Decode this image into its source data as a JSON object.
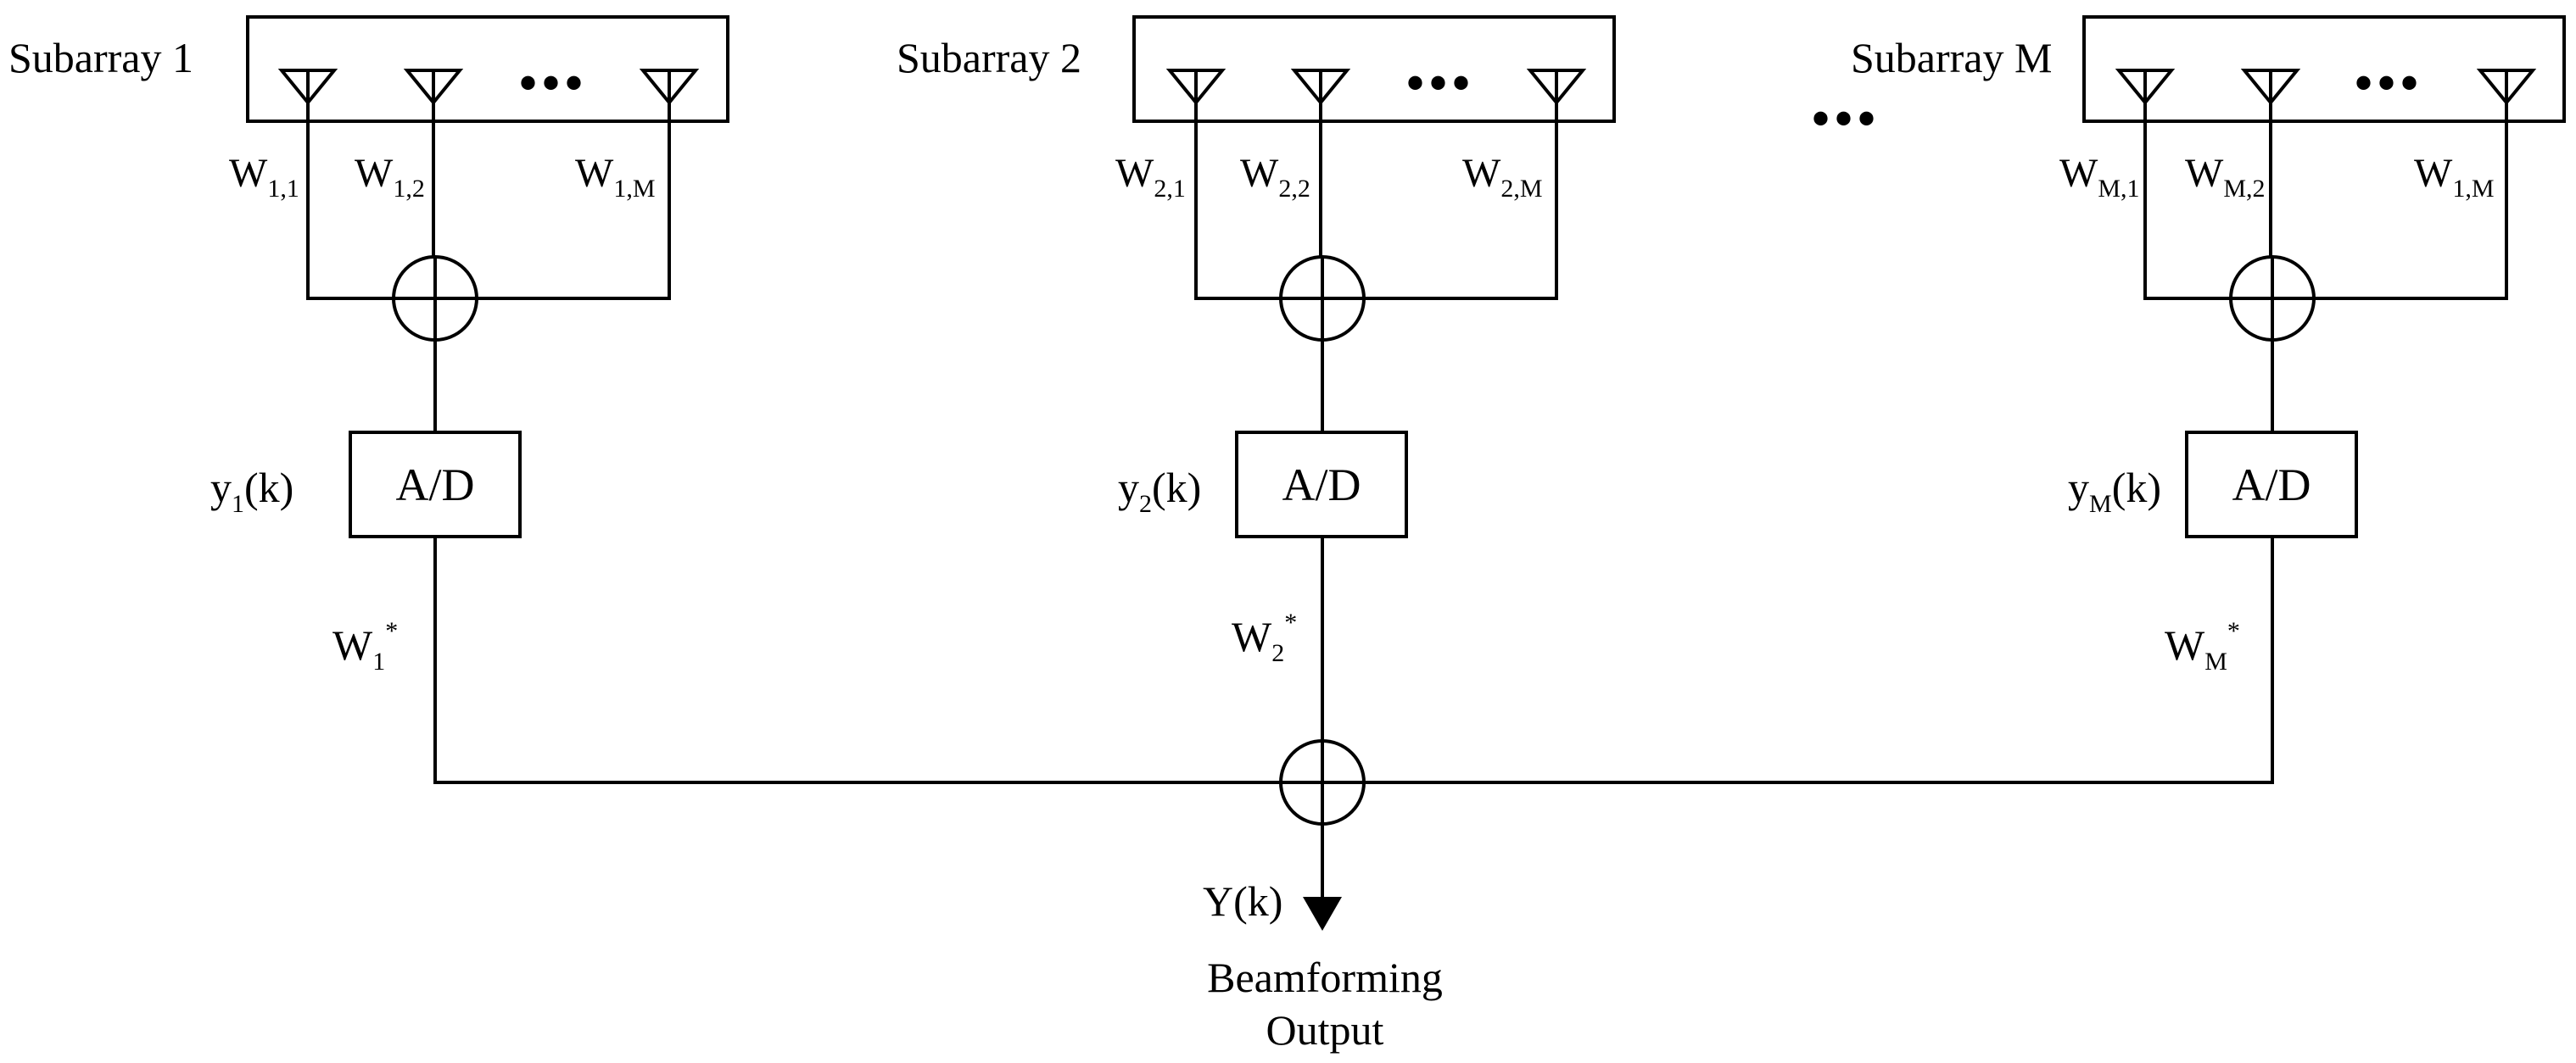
{
  "subarrays": [
    {
      "label": "Subarray 1",
      "weights": [
        {
          "base": "W",
          "sub": "1,1"
        },
        {
          "base": "W",
          "sub": "1,2"
        },
        {
          "base": "W",
          "sub": "1,M"
        }
      ],
      "signal": {
        "base": "y",
        "sub": "1",
        "rest": "(k)"
      },
      "adc_label": "A/D",
      "conj_weight": {
        "base": "W",
        "sub": "1",
        "sup": "*"
      }
    },
    {
      "label": "Subarray 2",
      "weights": [
        {
          "base": "W",
          "sub": "2,1"
        },
        {
          "base": "W",
          "sub": "2,2"
        },
        {
          "base": "W",
          "sub": "2,M"
        }
      ],
      "signal": {
        "base": "y",
        "sub": "2",
        "rest": "(k)"
      },
      "adc_label": "A/D",
      "conj_weight": {
        "base": "W",
        "sub": "2",
        "sup": "*"
      }
    },
    {
      "label": "Subarray M",
      "weights": [
        {
          "base": "W",
          "sub": "M,1"
        },
        {
          "base": "W",
          "sub": "M,2"
        },
        {
          "base": "W",
          "sub": "1,M"
        }
      ],
      "signal": {
        "base": "y",
        "sub": "M",
        "rest": "(k)"
      },
      "adc_label": "A/D",
      "conj_weight": {
        "base": "W",
        "sub": "M",
        "sup": "*"
      }
    }
  ],
  "ellipsis": "•••",
  "between_ellipsis": "•••",
  "output_signal": "Y(k)",
  "output_caption": [
    "Beamforming",
    "Output"
  ]
}
